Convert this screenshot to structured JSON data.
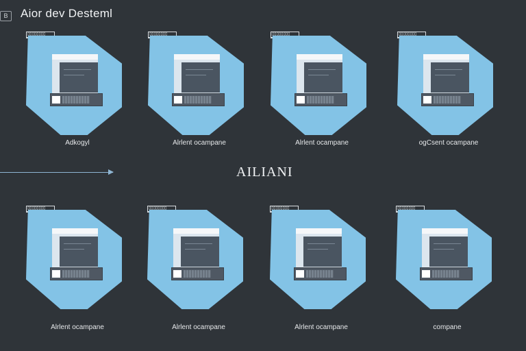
{
  "header": {
    "menu_icon_glyph": "B",
    "title": "Aior dev Desteml"
  },
  "center_label": "AILIANI",
  "cards_top": [
    {
      "tag": "▯▯▯▯▯▯▯▯",
      "caption": "Adkogyl"
    },
    {
      "tag": "▯▯▯▯▯▯▯▯",
      "caption": "Alrlent ocampane"
    },
    {
      "tag": "▯▯▯▯▯▯▯▯",
      "caption": "Alrlent ocampane"
    },
    {
      "tag": "▯▯▯▯▯▯▯▯",
      "caption": "ogCsent ocampane"
    }
  ],
  "cards_bottom": [
    {
      "tag": "▯▯▯▯▯▯▯▯",
      "caption": "Alrlent ocampane"
    },
    {
      "tag": "▯▯▯▯▯▯▯▯",
      "caption": "Alrlent ocampane"
    },
    {
      "tag": "▯▯▯▯▯▯▯▯",
      "caption": "Alrlent ocampane"
    },
    {
      "tag": "▯▯▯▯▯▯▯▯",
      "caption": "compane"
    }
  ],
  "colors": {
    "background": "#2f3439",
    "card_fill": "#83c3e6",
    "accent_arrow": "#8fb6d4"
  }
}
